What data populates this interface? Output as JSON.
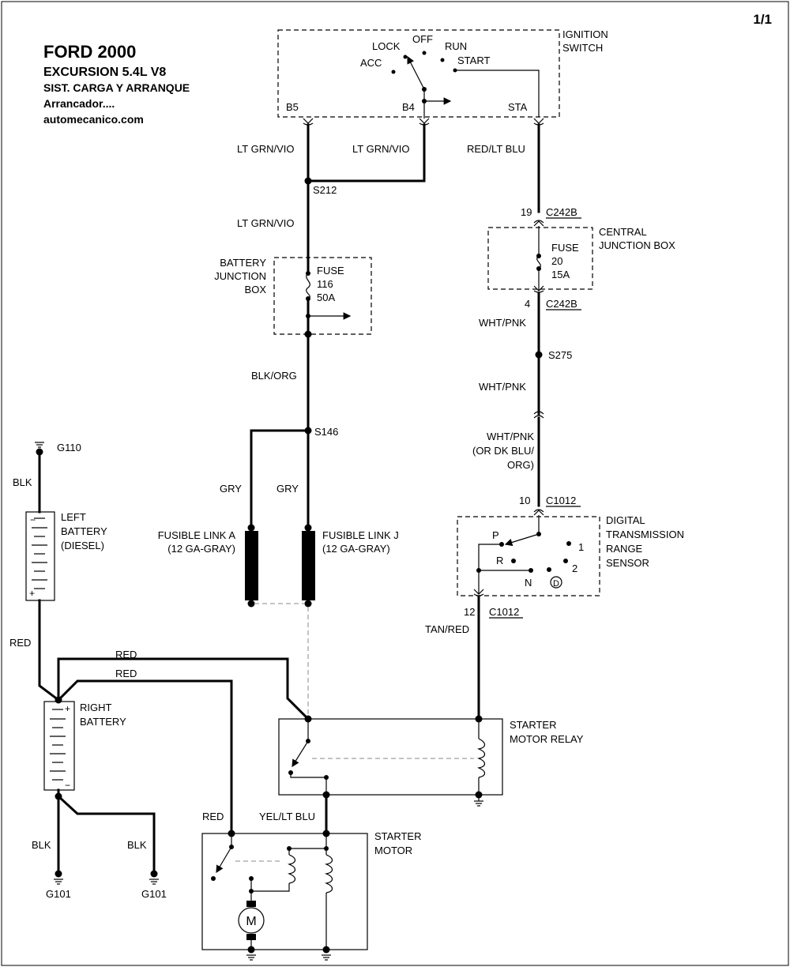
{
  "page_number": "1/1",
  "header": {
    "line1": "FORD 2000",
    "line2": "EXCURSION  5.4L  V8",
    "line3": "SIST. CARGA Y ARRANQUE",
    "line4": "Arrancador....",
    "line5": "automecanico.com"
  },
  "ignition_switch": {
    "title1": "IGNITION",
    "title2": "SWITCH",
    "lock": "LOCK",
    "off": "OFF",
    "run": "RUN",
    "acc": "ACC",
    "start": "START",
    "b5": "B5",
    "b4": "B4",
    "sta": "STA"
  },
  "wires": {
    "lt_grn_vio": "LT GRN/VIO",
    "red_lt_blu": "RED/LT BLU",
    "blk_org": "BLK/ORG",
    "gry": "GRY",
    "wht_pnk": "WHT/PNK",
    "wht_pnk_alt1": "WHT/PNK",
    "wht_pnk_alt2": "(OR DK BLU/",
    "wht_pnk_alt3": "ORG)",
    "tan_red": "TAN/RED",
    "red": "RED",
    "blk": "BLK",
    "yel_lt_blu": "YEL/LT BLU"
  },
  "splices": {
    "s212": "S212",
    "s146": "S146",
    "s275": "S275"
  },
  "connectors": {
    "c242b": "C242B",
    "pin19": "19",
    "pin4": "4",
    "c1012": "C1012",
    "pin10": "10",
    "pin12": "12"
  },
  "battery_jb": {
    "title1": "BATTERY",
    "title2": "JUNCTION",
    "title3": "BOX",
    "fuse": "FUSE",
    "fuse_num": "116",
    "fuse_amp": "50A"
  },
  "central_jb": {
    "title1": "CENTRAL",
    "title2": "JUNCTION BOX",
    "fuse": "FUSE",
    "fuse_num": "20",
    "fuse_amp": "15A"
  },
  "tr_sensor": {
    "title1": "DIGITAL",
    "title2": "TRANSMISSION",
    "title3": "RANGE",
    "title4": "SENSOR",
    "p": "P",
    "r": "R",
    "n": "N",
    "d": "D",
    "one": "1",
    "two": "2"
  },
  "fusible_links": {
    "a1": "FUSIBLE LINK A",
    "a2": "(12 GA-GRAY)",
    "j1": "FUSIBLE LINK J",
    "j2": "(12 GA-GRAY)"
  },
  "left_battery": {
    "line1": "LEFT",
    "line2": "BATTERY",
    "line3": "(DIESEL)"
  },
  "right_battery": {
    "line1": "RIGHT",
    "line2": "BATTERY"
  },
  "grounds": {
    "g110": "G110",
    "g101": "G101"
  },
  "starter_relay": {
    "line1": "STARTER",
    "line2": "MOTOR RELAY"
  },
  "starter_motor": {
    "line1": "STARTER",
    "line2": "MOTOR",
    "m": "M"
  },
  "symbols": {
    "plus": "+",
    "minus": "−"
  }
}
